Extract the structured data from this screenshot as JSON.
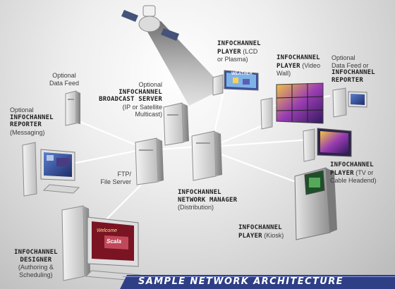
{
  "title": "SAMPLE NETWORK ARCHITECTURE",
  "nodes": {
    "data_feed_left": {
      "l1": "Optional",
      "l2": "Data Feed"
    },
    "reporter_messaging": {
      "l1": "Optional",
      "l2": "INFOCHANNEL",
      "l3": "REPORTER",
      "l4": "(Messaging)"
    },
    "broadcast_server": {
      "l1": "Optional",
      "l2": "INFOCHANNEL",
      "l3": "BROADCAST SERVER",
      "l4": "(IP or Satellite",
      "l5": "Multicast)"
    },
    "player_lcd": {
      "l1": "INFOCHANNEL",
      "l2": "PLAYER",
      "l2b": " (LCD",
      "l3": "or Plasma)"
    },
    "player_videowall": {
      "l1": "INFOCHANNEL",
      "l2": "PLAYER",
      "l2b": " (Video",
      "l3": "Wall)"
    },
    "reporter_right": {
      "l1": "Optional",
      "l2": "Data Feed or",
      "l3": "INFOCHANNEL",
      "l4": "REPORTER"
    },
    "ftp_server": {
      "l1": "FTP/",
      "l2": "File Server"
    },
    "network_manager": {
      "l1": "INFOCHANNEL",
      "l2": "NETWORK MANAGER",
      "l3": "(Distribution)"
    },
    "player_tv": {
      "l1": "INFOCHANNEL",
      "l2": "PLAYER",
      "l2b": " (TV or",
      "l3": "Cable Headend)"
    },
    "player_kiosk": {
      "l1": "INFOCHANNEL",
      "l2": "PLAYER",
      "l2b": " (Kiosk)"
    },
    "designer": {
      "l1": "INFOCHANNEL",
      "l2": "DESIGNER",
      "l3": "(Authoring &",
      "l4": "Scheduling)"
    }
  },
  "screens": {
    "lcd_header": "WEATHER",
    "designer_welcome": "Welcome",
    "designer_brand": "Scala"
  },
  "colors": {
    "banner": "#2f3f86",
    "accent": "#3a56b8"
  }
}
